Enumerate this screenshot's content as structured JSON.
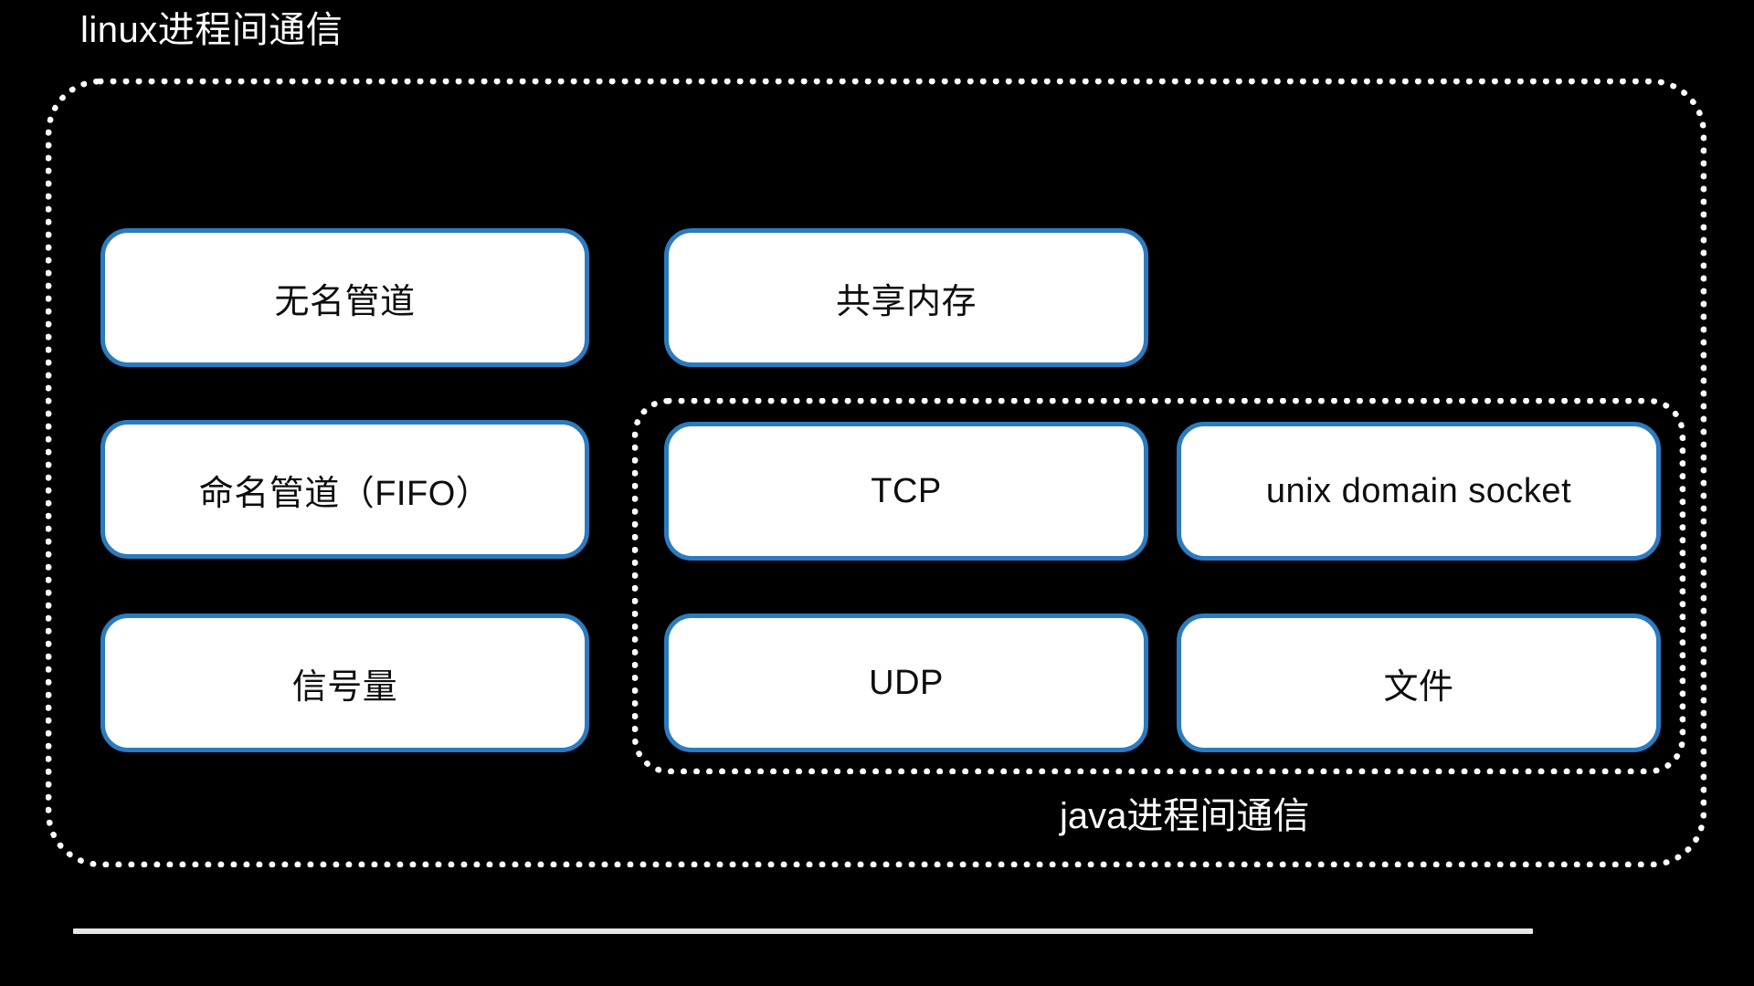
{
  "theme": {
    "background": "#000000",
    "border_color": "#ffffff",
    "card_fill": "#ffffff",
    "card_border": "#2A7BC0",
    "card_text": "#0d0d0d",
    "label_text": "#ffffff",
    "rule_color": "#e6e6e6"
  },
  "outer_group": {
    "title": "linux进程间通信",
    "title_position": "top-left-outside"
  },
  "inner_group": {
    "title": "java进程间通信",
    "title_position": "bottom-right-outside"
  },
  "left_column": {
    "items": [
      {
        "label": "无名管道"
      },
      {
        "label": "命名管道（FIFO）"
      },
      {
        "label": "信号量"
      }
    ]
  },
  "right_outside_inner": {
    "items": [
      {
        "label": "共享内存"
      }
    ]
  },
  "inner_grid": {
    "items": [
      {
        "label": "TCP"
      },
      {
        "label": "unix domain socket"
      },
      {
        "label": "UDP"
      },
      {
        "label": "文件"
      }
    ]
  },
  "bottom_rule": {
    "present": true
  }
}
